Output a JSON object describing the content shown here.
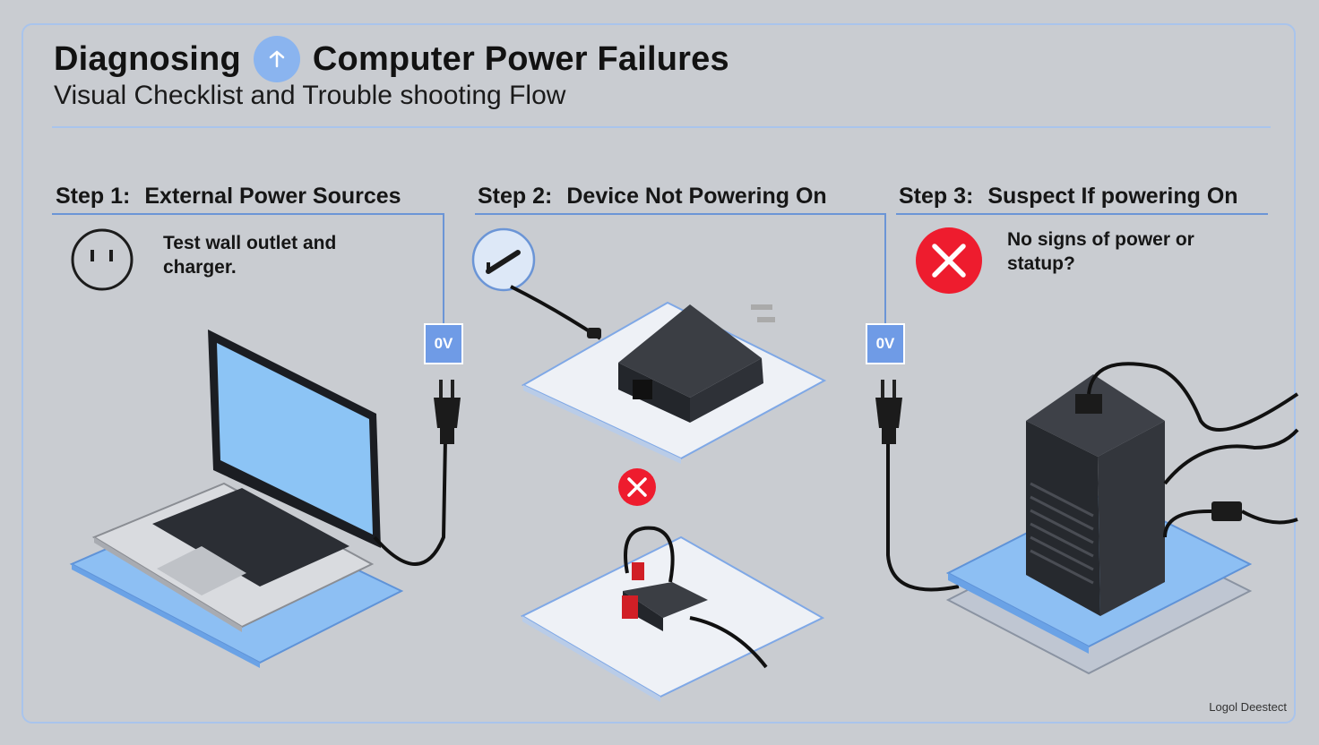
{
  "header": {
    "title_part1": "Diagnosing",
    "title_part2": "Computer Power Failures",
    "subtitle": "Visual Checklist and Trouble shooting Flow"
  },
  "steps": [
    {
      "label": "Step 1:",
      "title": "External Power Sources",
      "text": "Test wall outlet and charger.",
      "icon": "wall-outlet-icon"
    },
    {
      "label": "Step 2:",
      "title": "Device Not Powering On",
      "text": "",
      "icon": "charger-plug-icon"
    },
    {
      "label": "Step 3:",
      "title": "Suspect If powering On",
      "text": "No signs of power or statup?",
      "icon": "error-x-icon"
    }
  ],
  "voltage_badges": [
    "0V",
    "0V"
  ],
  "footer": "Logol Deestect",
  "colors": {
    "background": "#c9ccd1",
    "accent_blue": "#6b95d6",
    "badge_blue": "#6f9be6",
    "error_red": "#ee1c2e",
    "platform_blue": "#8dbff3"
  }
}
